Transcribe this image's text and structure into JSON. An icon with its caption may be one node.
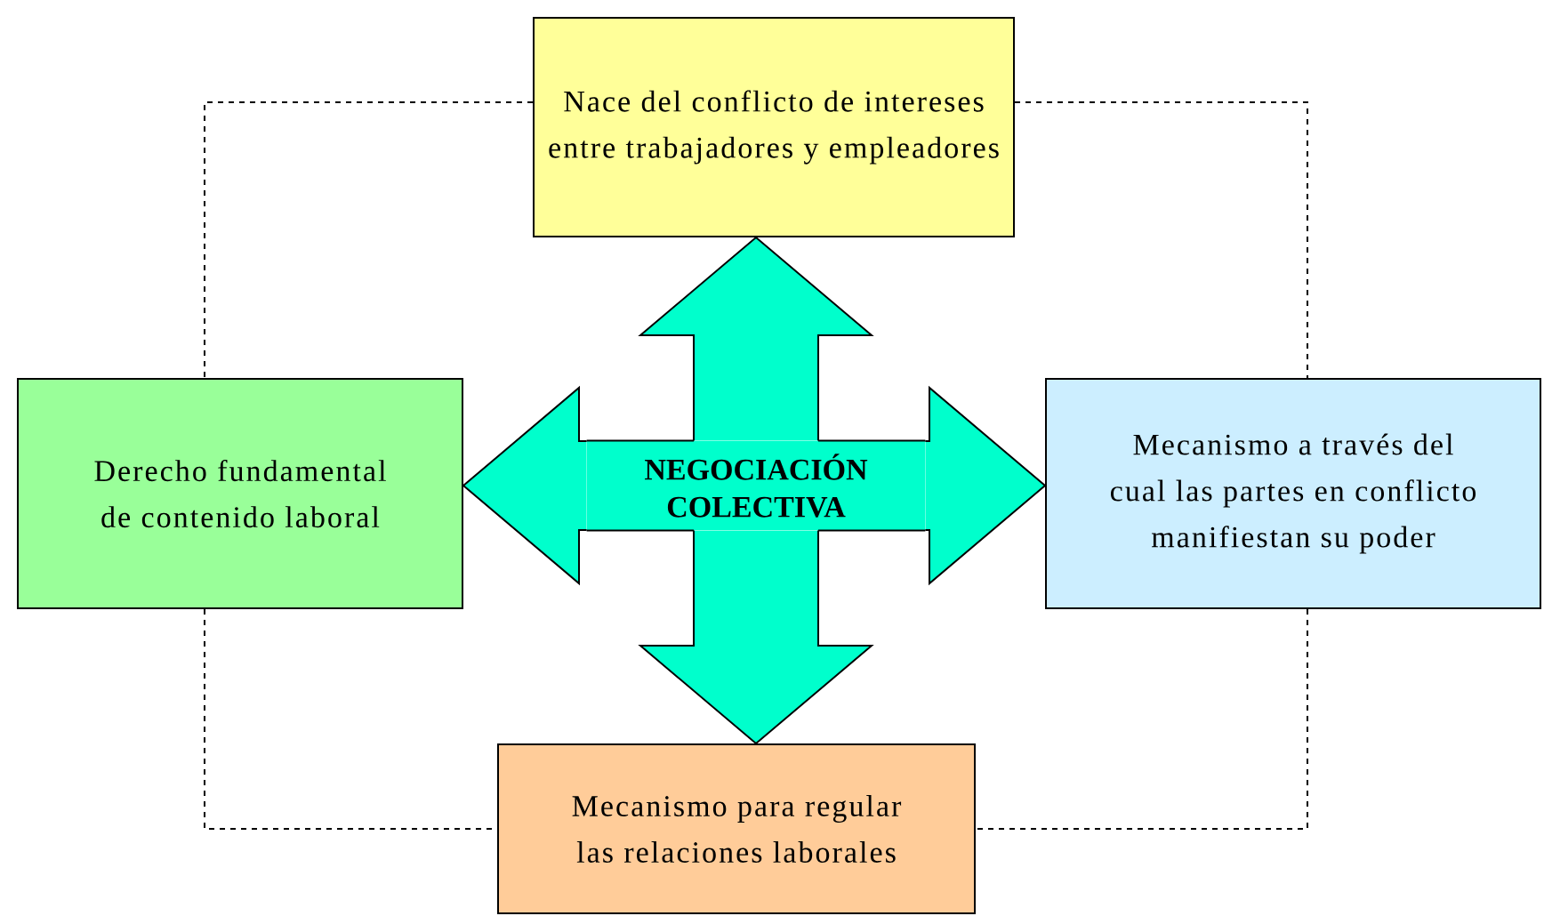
{
  "diagram": {
    "nodes": [
      {
        "text": [
          "NEGOCIACIÓN COLECTIVA"
        ]
      },
      {
        "text": [
          "Nace del conflicto de intereses entre trabajadores y empleadores"
        ]
      },
      {
        "text": [
          "Derecho fundamental de contenido laboral"
        ]
      },
      {
        "text": [
          "Mecanismo a través del cual las partes en conflicto manifiestan su poder"
        ]
      },
      {
        "text": [
          "Mecanismo para regular las relaciones laborales"
        ]
      }
    ],
    "edges": [
      {
        "from": 0,
        "to": 1,
        "arrow": "to"
      },
      {
        "from": 0,
        "to": 2,
        "arrow": "to"
      },
      {
        "from": 0,
        "to": 3,
        "arrow": "to"
      },
      {
        "from": 0,
        "to": 4,
        "arrow": "to"
      },
      {
        "from": 1,
        "to": 2,
        "arrow": "none",
        "style": "dashed"
      },
      {
        "from": 1,
        "to": 3,
        "arrow": "none",
        "style": "dashed"
      },
      {
        "from": 2,
        "to": 4,
        "arrow": "none",
        "style": "dashed"
      },
      {
        "from": 3,
        "to": 4,
        "arrow": "none",
        "style": "dashed"
      }
    ]
  }
}
